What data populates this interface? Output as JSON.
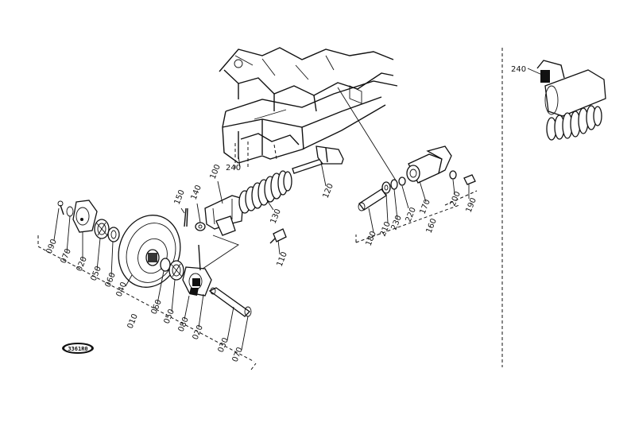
{
  "diagram": {
    "logo_text": "3361R0",
    "labels": {
      "p010": "010",
      "p020a": "020",
      "p020b": "020",
      "p030": "030",
      "p040": "040",
      "p050a": "050",
      "p050b": "050",
      "p060a": "060",
      "p060b": "060",
      "p070a": "070",
      "p070b": "070",
      "p080": "080",
      "p090": "090",
      "p100": "100",
      "p110": "110",
      "p120": "120",
      "p130": "130",
      "p140": "140",
      "p150": "150",
      "p160": "160",
      "p170": "170",
      "p180": "180",
      "p190": "190",
      "p200": "200",
      "p210": "210",
      "p220": "220",
      "p230": "230",
      "p240a": "240",
      "p240b": "240"
    }
  }
}
